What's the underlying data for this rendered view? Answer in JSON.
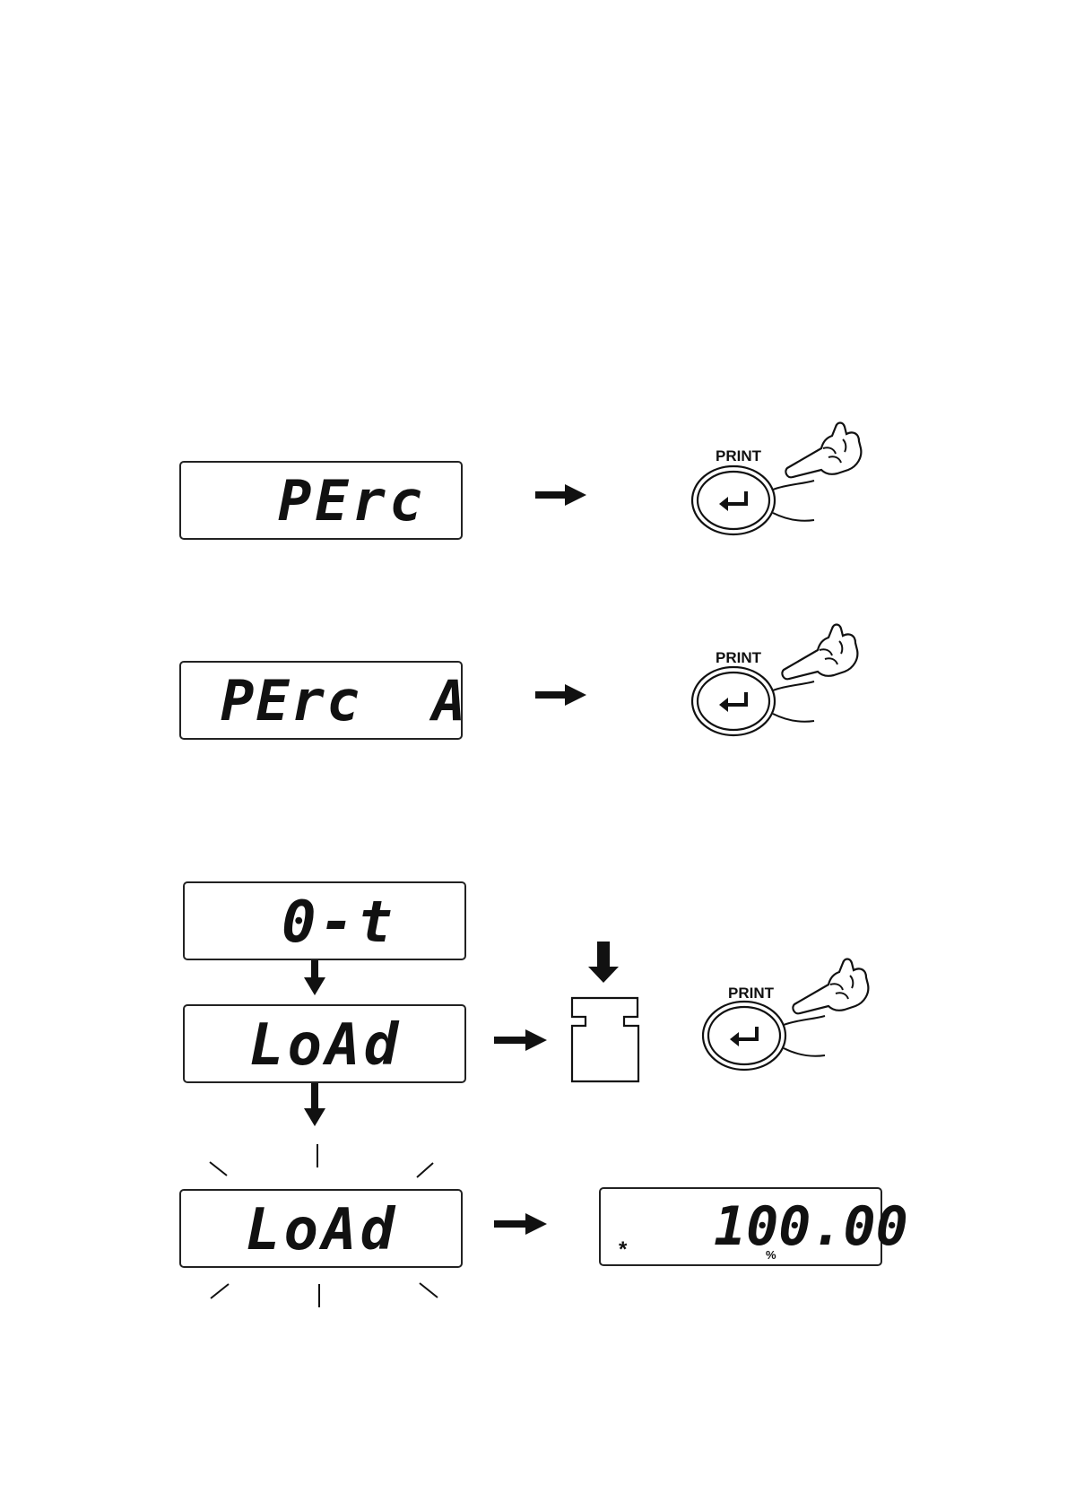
{
  "steps": [
    {
      "display": "PErc",
      "key_label": "PRINT"
    },
    {
      "display": "PErc  A",
      "key_label": "PRINT"
    }
  ],
  "zero_display": "0-t",
  "load_display": "LoAd",
  "load_key_label": "PRINT",
  "load_flash_display": "LoAd",
  "result": {
    "value": "100.00",
    "unit": "%",
    "stable_mark": "*"
  },
  "icons": {
    "arrow": "right-arrow-icon",
    "down_arrow": "down-arrow-icon",
    "print_key": "enter-key-icon",
    "hand": "pointing-hand-icon",
    "weight": "calibration-weight-icon"
  }
}
